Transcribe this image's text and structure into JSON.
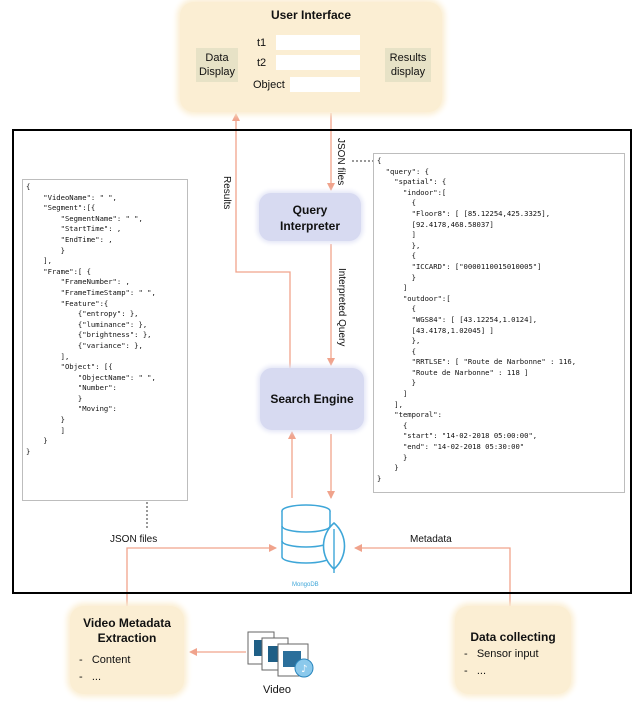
{
  "ui": {
    "title": "User Interface",
    "data_display": [
      "Data",
      "Display"
    ],
    "results_display": [
      "Results",
      "display"
    ],
    "fields": [
      "t1",
      "t2",
      "Object"
    ]
  },
  "left_json": "{\n    \"VideoName\": \" \",\n    \"Segment\":[{\n        \"SegmentName\": \" \",\n        \"StartTime\": ,\n        \"EndTime\": ,\n        }\n    ],\n    \"Frame\":[ {\n        \"FrameNumber\": ,\n        \"FrameTimeStamp\": \" \",\n        \"Feature\":{\n            {\"entropy\": },\n            {\"luminance\": },\n            {\"brightness\": },\n            {\"variance\": },\n        ],\n        \"Object\": [{\n            \"ObjectName\": \" \",\n            \"Number\":\n            }\n            \"Moving\":\n        }\n        ]\n    }\n}",
  "right_json": "{\n  \"query\": {\n    \"spatial\": {\n      \"indoor\":[\n        {\n        \"Floor8\": [ [85.12254,425.3325],\n        [92.4178,468.58037]\n        ]\n        },\n        {\n        \"ICCARD\": [\"0000110015010005\"]\n        }\n      ]\n      \"outdoor\":[\n        {\n        \"WGS84\": [ [43.12254,1.0124],\n        [43.4178,1.02045] ]\n        },\n        {\n        \"RRTLSE\": [ \"Route de Narbonne\" : 116,\n        \"Route de Narbonne\" : 118 ]\n        }\n      ]\n    ],\n    \"temporal\":\n      {\n      \"start\": \"14-02-2018 05:00:00\",\n      \"end\": \"14-02-2018 05:30:00\"\n      }\n    }\n}",
  "query_interpreter": [
    "Query",
    "Interpreter"
  ],
  "search_engine": "Search Engine",
  "db_label": "MongoDB",
  "labels": {
    "results": "Results",
    "json_files_top": "JSON files",
    "interpreted_query": "Interpreted Query",
    "json_files_bottom": "JSON files",
    "metadata": "Metadata",
    "video": "Video"
  },
  "video_box": {
    "title": [
      "Video Metadata",
      "Extraction"
    ],
    "items": [
      "Content",
      "..."
    ]
  },
  "data_box": {
    "title": "Data collecting",
    "items": [
      "Sensor input",
      "..."
    ]
  },
  "colors": {
    "arrow": "#f0a38c",
    "panel": "#fbeed3",
    "process": "#d7daf1",
    "db": "#3ea6d8"
  }
}
